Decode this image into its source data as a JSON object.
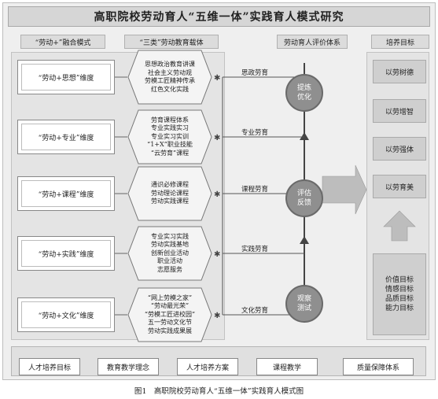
{
  "title": "高职院校劳动育人“五维一体”实践育人模式研究",
  "columns": {
    "fusion": "“劳动+”融合模式",
    "carrier": "“三类”劳动教育载体",
    "evaluation": "劳动育人评价体系",
    "goals": "培养目标"
  },
  "dimensions": [
    {
      "label": "“劳动+思想”维度"
    },
    {
      "label": "“劳动+专业”维度"
    },
    {
      "label": "“劳动+课程”维度"
    },
    {
      "label": "“劳动+实践”维度"
    },
    {
      "label": "“劳动+文化”维度"
    }
  ],
  "carriers": [
    {
      "lines": [
        "思想政治教育讲课",
        "社会主义劳动观",
        "劳模工匠精神传承",
        "红色文化实践"
      ]
    },
    {
      "lines": [
        "劳育课程体系",
        "专业实践实习",
        "专业实习实训",
        "“1+X”职业技能",
        "“云劳育”课程"
      ]
    },
    {
      "lines": [
        "通识必修课程",
        "劳动理论课程",
        "劳动实践课程"
      ]
    },
    {
      "lines": [
        "专业实习实践",
        "劳动实践基地",
        "创新创业活动",
        "职业活动",
        "志愿服务"
      ]
    },
    {
      "lines": [
        "“网上劳模之家”",
        "“劳动最光荣”",
        "“劳模工匠进校园”",
        "五一劳动文化节",
        "劳动实践成果展"
      ]
    }
  ],
  "evaluations": [
    {
      "label": "思政劳育"
    },
    {
      "label": "专业劳育"
    },
    {
      "label": "课程劳育"
    },
    {
      "label": "实践劳育"
    },
    {
      "label": "文化劳育"
    }
  ],
  "circles": [
    {
      "line1": "提炼",
      "line2": "优化"
    },
    {
      "line1": "评估",
      "line2": "反馈"
    },
    {
      "line1": "观察",
      "line2": "测试"
    }
  ],
  "goals": [
    {
      "label": "以劳树德"
    },
    {
      "label": "以劳增智"
    },
    {
      "label": "以劳强体"
    },
    {
      "label": "以劳育美"
    }
  ],
  "goal_targets": [
    "价值目标",
    "情感目标",
    "品质目标",
    "能力目标"
  ],
  "foundations": [
    {
      "label": "人才培养目标"
    },
    {
      "label": "教育教学理念"
    },
    {
      "label": "人才培养方案"
    },
    {
      "label": "课程教学"
    },
    {
      "label": "质量保障体系"
    }
  ],
  "caption": "图1　高职院校劳动育人“五维一体”实践育人模式图",
  "colors": {
    "circle": "#8f8f8f",
    "arrow": "#bdbdbd",
    "panel": "#e4e4e4",
    "goal": "#cfcfcf"
  }
}
